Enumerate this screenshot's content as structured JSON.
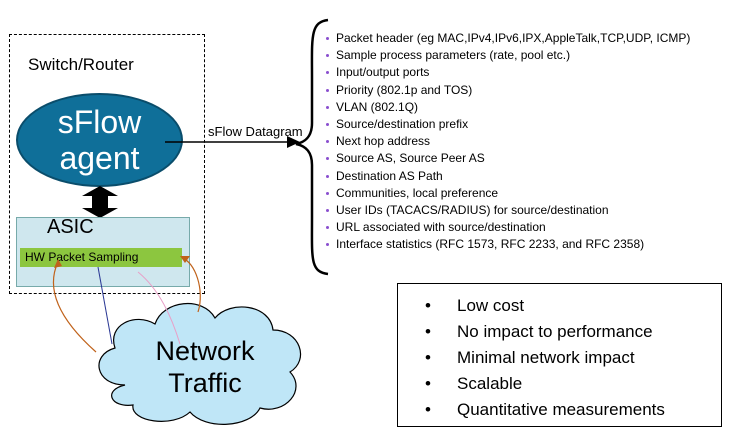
{
  "switch": {
    "title": "Switch/Router"
  },
  "agent": {
    "line1": "sFlow",
    "line2": "agent"
  },
  "asic": {
    "label": "ASIC",
    "sampling": "HW Packet Sampling"
  },
  "datagram": {
    "label": "sFlow Datagram"
  },
  "fields": [
    "Packet header (eg MAC,IPv4,IPv6,IPX,AppleTalk,TCP,UDP, ICMP)",
    "Sample process parameters (rate, pool etc.)",
    "Input/output ports",
    "Priority (802.1p and TOS)",
    "VLAN (802.1Q)",
    "Source/destination prefix",
    "Next hop address",
    "Source AS, Source Peer AS",
    "Destination AS Path",
    "Communities, local preference",
    "User IDs (TACACS/RADIUS) for source/destination",
    "URL associated with source/destination",
    "Interface statistics (RFC 1573, RFC 2233, and RFC 2358)"
  ],
  "benefits": [
    "Low cost",
    "No impact to performance",
    "Minimal network impact",
    "Scalable",
    "Quantitative measurements"
  ],
  "cloud": {
    "line1": "Network",
    "line2": "Traffic"
  },
  "colors": {
    "agent": "#0f6f99",
    "asic": "#cfe7ee",
    "sampling": "#8cc63f",
    "cloud": "#bfe6f7",
    "bullet": "#8a4fcf"
  }
}
